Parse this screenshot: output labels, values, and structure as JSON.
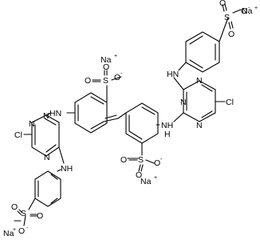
{
  "diagram": {
    "type": "chemical-structure",
    "labels": {
      "na_top_right": "Na",
      "na_top_mid": "Na",
      "na_bottom_mid": "Na",
      "na_bottom_left": "Na",
      "plus": "+",
      "minus": "-",
      "cl": "Cl",
      "n": "N",
      "hn": "HN",
      "nh": "NH",
      "h": "H",
      "o": "O",
      "s": "S",
      "so3_left": "O",
      "so3_mid_o": "O"
    }
  }
}
